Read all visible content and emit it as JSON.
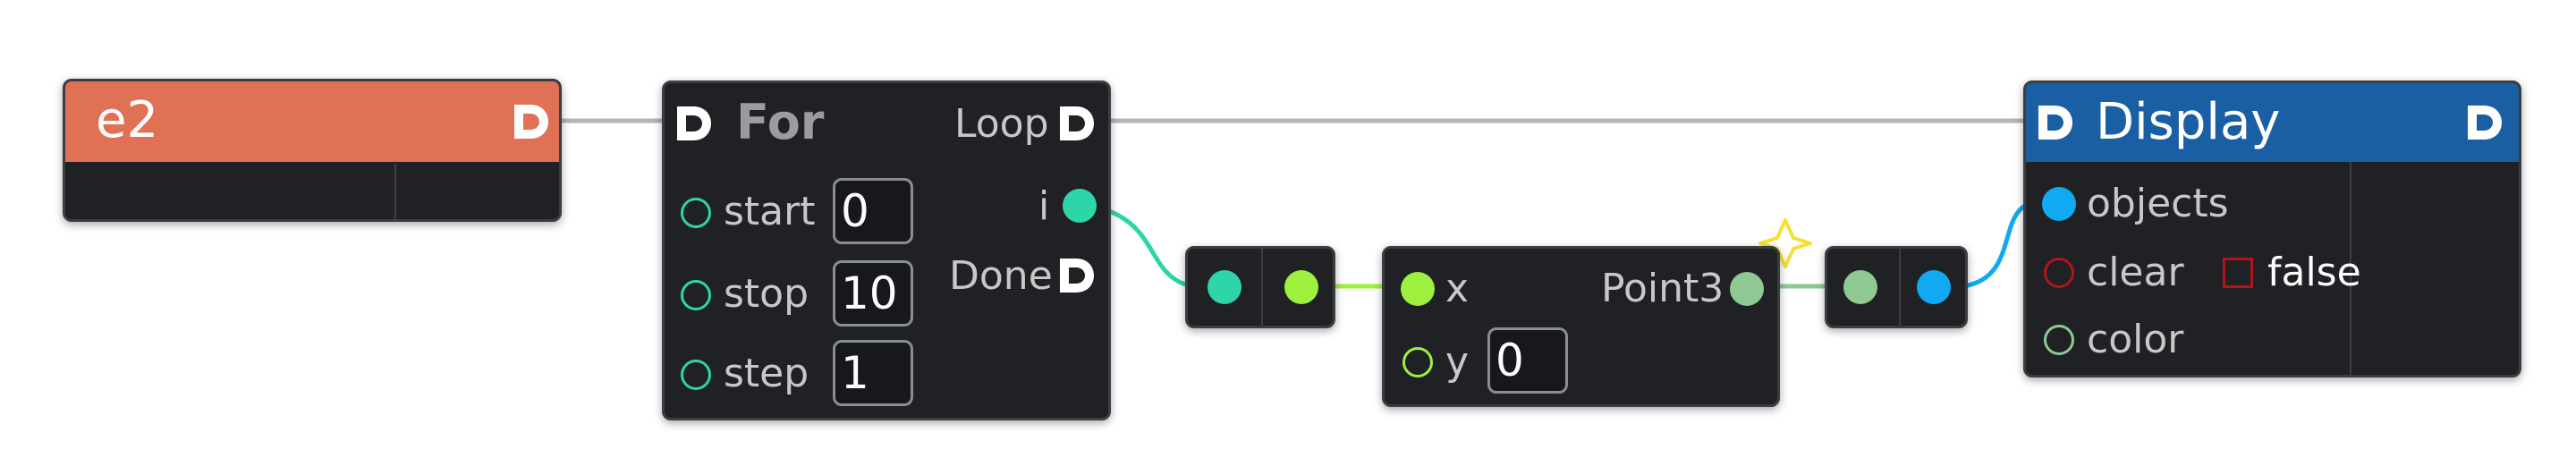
{
  "nodes": {
    "e2": {
      "title": "e2",
      "color": "#e07155"
    },
    "for": {
      "title": "For",
      "inputs": [
        {
          "label": "start",
          "value": "0"
        },
        {
          "label": "stop",
          "value": "10"
        },
        {
          "label": "step",
          "value": "1"
        }
      ],
      "outputs": {
        "loop": "Loop",
        "i": "i",
        "done": "Done"
      }
    },
    "point3": {
      "title": "Point3",
      "inputs": [
        {
          "label": "x"
        },
        {
          "label": "y",
          "value": "0"
        }
      ]
    },
    "display": {
      "title": "Display",
      "color": "#1a5fa3",
      "inputs": [
        {
          "label": "objects"
        },
        {
          "label": "clear",
          "value": "false"
        },
        {
          "label": "color"
        }
      ]
    }
  },
  "colors": {
    "teal": "#2ed5a8",
    "lime": "#9ef03f",
    "blue": "#11aaf2",
    "sage": "#8ec893",
    "red": "#b0151c",
    "exec_wire": "#b4b4b4",
    "star": "#f7e035"
  }
}
